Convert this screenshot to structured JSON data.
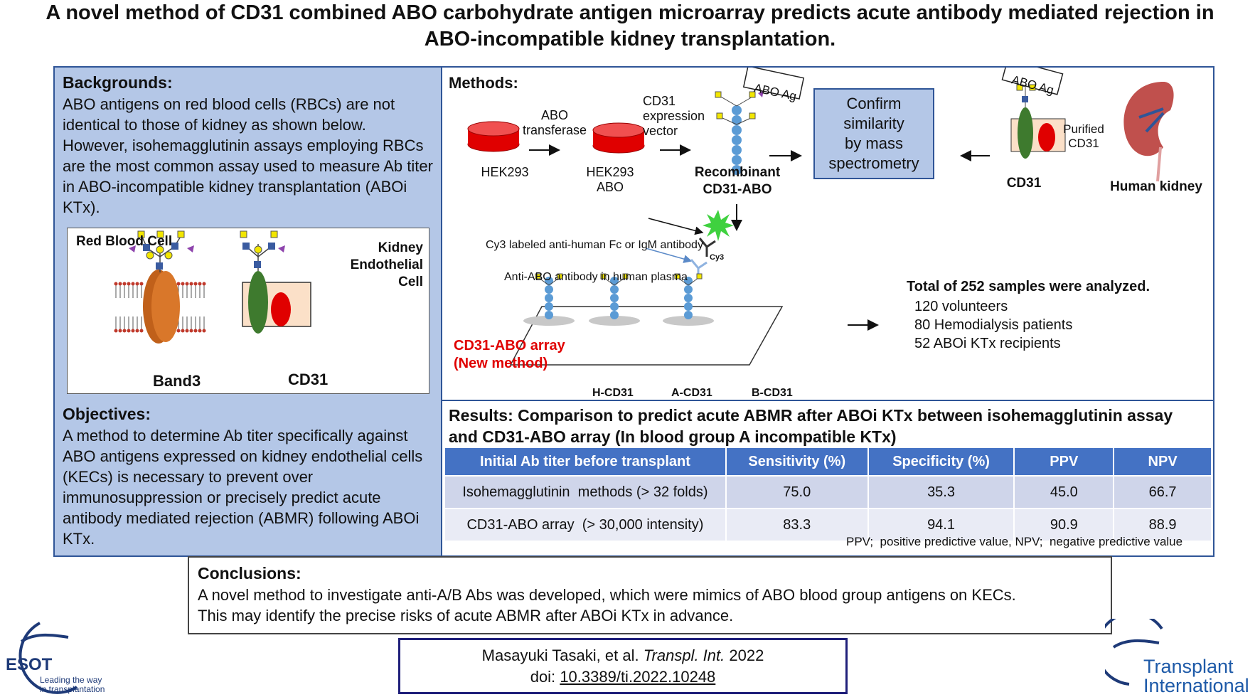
{
  "title": "A novel method of CD31 combined ABO carbohydrate antigen microarray predicts acute antibody mediated rejection in ABO-incompatible kidney transplantation.",
  "backgrounds": {
    "heading": "Backgrounds:",
    "text": "ABO antigens on red blood cells (RBCs) are not identical to those of kidney as shown below. However, isohemagglutinin assays employing RBCs are the most common assay used to measure Ab titer in ABO-incompatible kidney transplantation (ABOi KTx).",
    "figure": {
      "rbc_label": "Red Blood Cell",
      "kec_label_1": "Kidney",
      "kec_label_2": "Endothelial",
      "kec_label_3": "Cell",
      "band3_label": "Band3",
      "cd31_label": "CD31"
    }
  },
  "objectives": {
    "heading": "Objectives:",
    "text": "A method to determine Ab titer specifically against ABO antigens expressed on kidney endothelial cells (KECs) is necessary to prevent over immunosuppression or precisely predict acute antibody mediated rejection (ABMR) following ABOi KTx."
  },
  "methods": {
    "heading": "Methods:",
    "hek293": "HEK293",
    "abo_transferase_1": "ABO",
    "abo_transferase_2": "transferase",
    "hek293_abo_1": "HEK293",
    "hek293_abo_2": "ABO",
    "cd31_vector_1": "CD31",
    "cd31_vector_2": "expression",
    "cd31_vector_3": "vector",
    "recombinant_1": "Recombinant",
    "recombinant_2": "CD31-ABO",
    "abo_ag_tag": "ABO Ag",
    "confirm_1": "Confirm",
    "confirm_2": "similarity",
    "confirm_3": "by mass",
    "confirm_4": "spectrometry",
    "cd31_native": "CD31",
    "purified_1": "Purified",
    "purified_2": "CD31",
    "human_kidney": "Human kidney",
    "cy3_antibody": "Cy3 labeled anti-human Fc or IgM antibody",
    "cy3_tag": "Cy3",
    "anti_abo": "Anti-ABO antibody in human plasma",
    "array_label_1": "CD31-ABO array",
    "array_label_2": "(New method)",
    "h_cd31": "H-CD31",
    "a_cd31": "A-CD31",
    "b_cd31": "B-CD31",
    "total_title": "Total of 252 samples were analyzed",
    "total_items": [
      "120 volunteers",
      "80 Hemodialysis patients",
      "52 ABOi KTx recipients"
    ]
  },
  "results": {
    "heading": "Results: Comparison to predict acute ABMR after ABOi KTx between isohemagglutinin assay and CD31-ABO array (In blood group A incompatible KTx)",
    "columns": [
      "Initial Ab titer before transplant",
      "Sensitivity (%)",
      "Specificity (%)",
      "PPV",
      "NPV"
    ],
    "rows": [
      [
        "Isohemagglutinin  methods (> 32 folds)",
        "75.0",
        "35.3",
        "45.0",
        "66.7"
      ],
      [
        "CD31-ABO array  (> 30,000 intensity)",
        "83.3",
        "94.1",
        "90.9",
        "88.9"
      ]
    ],
    "footnote": "PPV;  positive predictive value, NPV;  negative predictive value"
  },
  "conclusions": {
    "heading": "Conclusions:",
    "text_1": "A novel method to investigate anti-A/B Abs was developed, which were mimics of ABO blood group antigens on KECs.",
    "text_2": "This may identify the precise risks of acute ABMR after ABOi KTx in advance."
  },
  "citation": {
    "authors": "Masayuki Tasaki, et al.",
    "journal": "Transpl. Int.",
    "year": "2022",
    "doi_prefix": "doi:",
    "doi": "10.3389/ti.2022.10248"
  },
  "logos": {
    "esot": "ESOT",
    "esot_tagline_1": "Leading the way",
    "esot_tagline_2": "in transplantation",
    "ti_1": "Transplant",
    "ti_2": "International"
  },
  "colors": {
    "panel_blue": "#b4c7e7",
    "border_blue": "#2f5597",
    "table_header": "#4472c4",
    "array_red": "#e00000"
  }
}
